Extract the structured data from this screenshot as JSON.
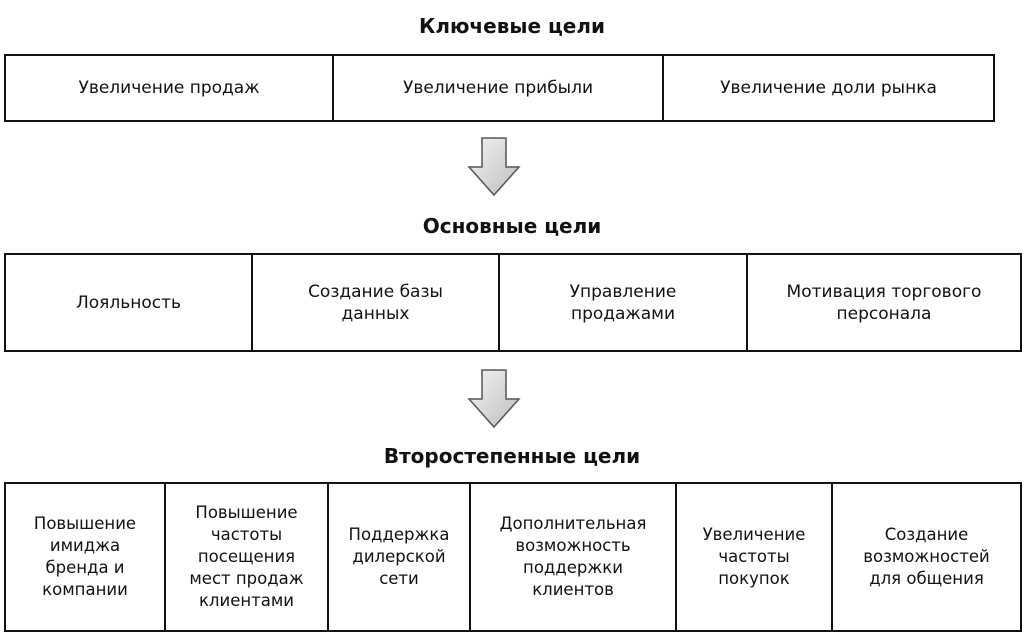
{
  "titles": {
    "key": "Ключевые цели",
    "main": "Основные цели",
    "secondary": "Второстепенные цели"
  },
  "key_goals": [
    "Увеличение продаж",
    "Увеличение прибыли",
    "Увеличение доли рынка"
  ],
  "main_goals": [
    "Лояльность",
    "Создание базы\nданных",
    "Управление\nпродажами",
    "Мотивация торгового\nперсонала"
  ],
  "secondary_goals": [
    "Повышение\nимиджа\nбренда и\nкомпании",
    "Повышение\nчастоты\nпосещения\nмест продаж\nклиентами",
    "Поддержка\nдилерской\nсети",
    "Дополнительная\nвозможность\nподдержки\nклиентов",
    "Увеличение\nчастоты\nпокупок",
    "Создание\nвозможностей\nдля общения"
  ],
  "colors": {
    "border": "#111111",
    "arrow_fill_light": "#f4f4f4",
    "arrow_fill_dark": "#bdbdbd",
    "arrow_stroke": "#555555"
  },
  "icons": {
    "arrow": "down-arrow-icon"
  }
}
